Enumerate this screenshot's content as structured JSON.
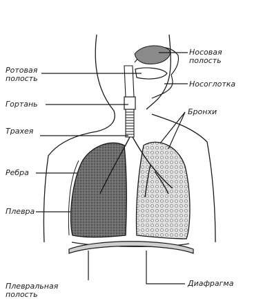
{
  "labels": {
    "nasal_cavity": [
      "Носовая",
      "полость"
    ],
    "oral_cavity": [
      "Ротовая",
      "полость"
    ],
    "nasopharynx": "Носоглотка",
    "larynx": "Гортань",
    "bronchi": "Бронхи",
    "trachea": "Трахея",
    "ribs": "Ребра",
    "pleura": "Плевра",
    "pleural_cavity": [
      "Плевральная",
      "полость"
    ],
    "diaphragm": "Диафрагма"
  },
  "colors": {
    "ink": "#1a1a1a",
    "lung_left": "#6b6b6b",
    "lung_right": "#d6d6d6",
    "nasal_fill": "#8a8a8a"
  }
}
